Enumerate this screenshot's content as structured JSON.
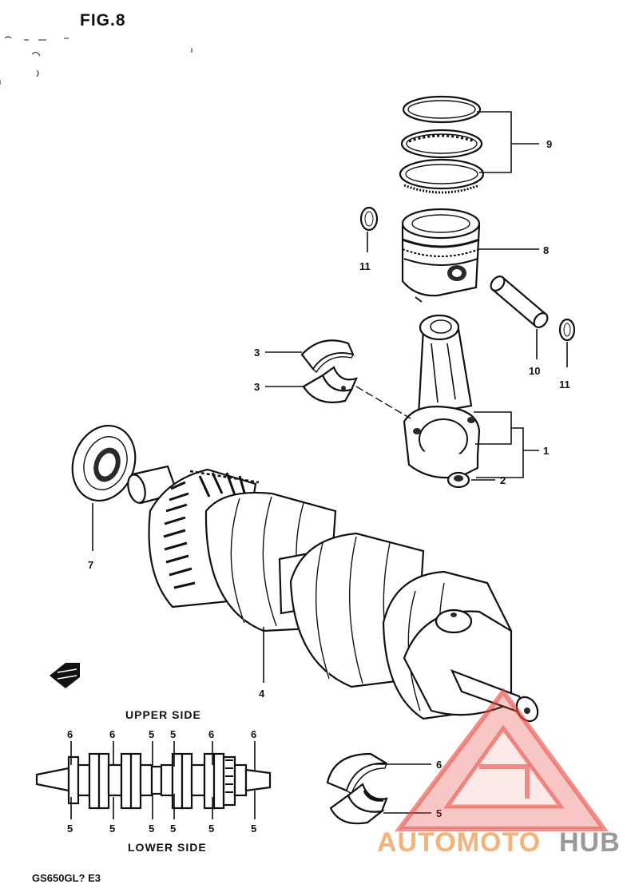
{
  "figure": {
    "title": "FIG.8",
    "model_code": "GS650GL? E3"
  },
  "callouts": {
    "connecting_rod": "1",
    "nut": "2",
    "bearing_upper": "3",
    "bearing_lower": "3",
    "crankshaft": "4",
    "main_bearing_lower": "5",
    "main_bearing_upper": "6",
    "oil_seal": "7",
    "piston": "8",
    "piston_rings": "9",
    "piston_pin": "10",
    "circlip_left": "11",
    "circlip_right": "11"
  },
  "bearing_chart": {
    "upper_label": "UPPER SIDE",
    "lower_label": "LOWER SIDE",
    "upper_marks": [
      "6",
      "6",
      "5",
      "5",
      "6",
      "6"
    ],
    "lower_marks": [
      "5",
      "5",
      "5",
      "5",
      "5",
      "5"
    ]
  },
  "watermark": {
    "brand_a": "AUTOMOTO",
    "brand_b": "HUB",
    "color_a": "#f5b27a",
    "color_b": "#9a9a9a",
    "logo_color": "#e8453c"
  }
}
